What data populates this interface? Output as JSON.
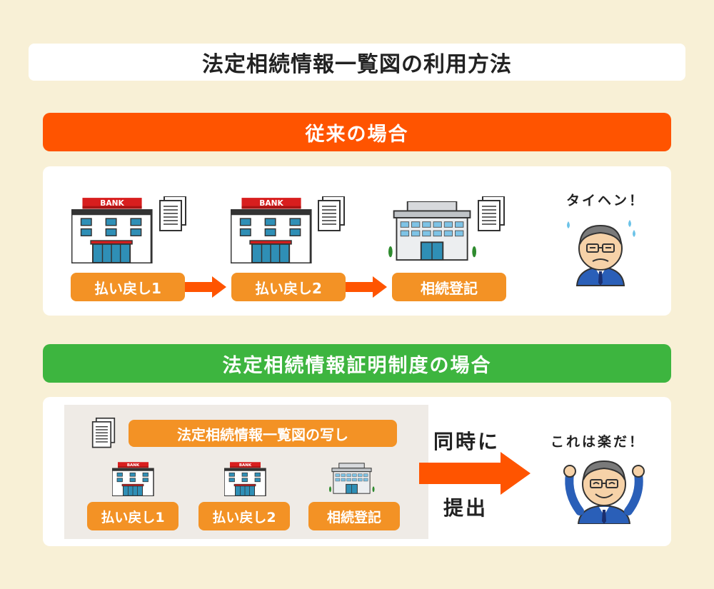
{
  "title": "法定相続情報一覧図の利用方法",
  "section1": {
    "heading": "従来の場合",
    "steps": [
      "払い戻し1",
      "払い戻し2",
      "相続登記"
    ],
    "speech": "タイヘン！"
  },
  "section2": {
    "heading": "法定相続情報証明制度の場合",
    "copy_label": "法定相続情報一覧図の写し",
    "steps": [
      "払い戻し1",
      "払い戻し2",
      "相続登記"
    ],
    "arrow_top": "同時に",
    "arrow_bottom": "提出",
    "speech": "これは楽だ！"
  },
  "bank_sign": "BANK",
  "colors": {
    "background": "#f8f0d6",
    "orange_band": "#ff5400",
    "green_band": "#3db53f",
    "pill": "#f39225",
    "arrow": "#ff5400",
    "bank_sign": "#d81e1e"
  },
  "icons": [
    "bank-building-icon",
    "document-stack-icon",
    "legal-affairs-office-icon",
    "worried-man-icon",
    "happy-man-icon",
    "right-arrow-icon"
  ]
}
